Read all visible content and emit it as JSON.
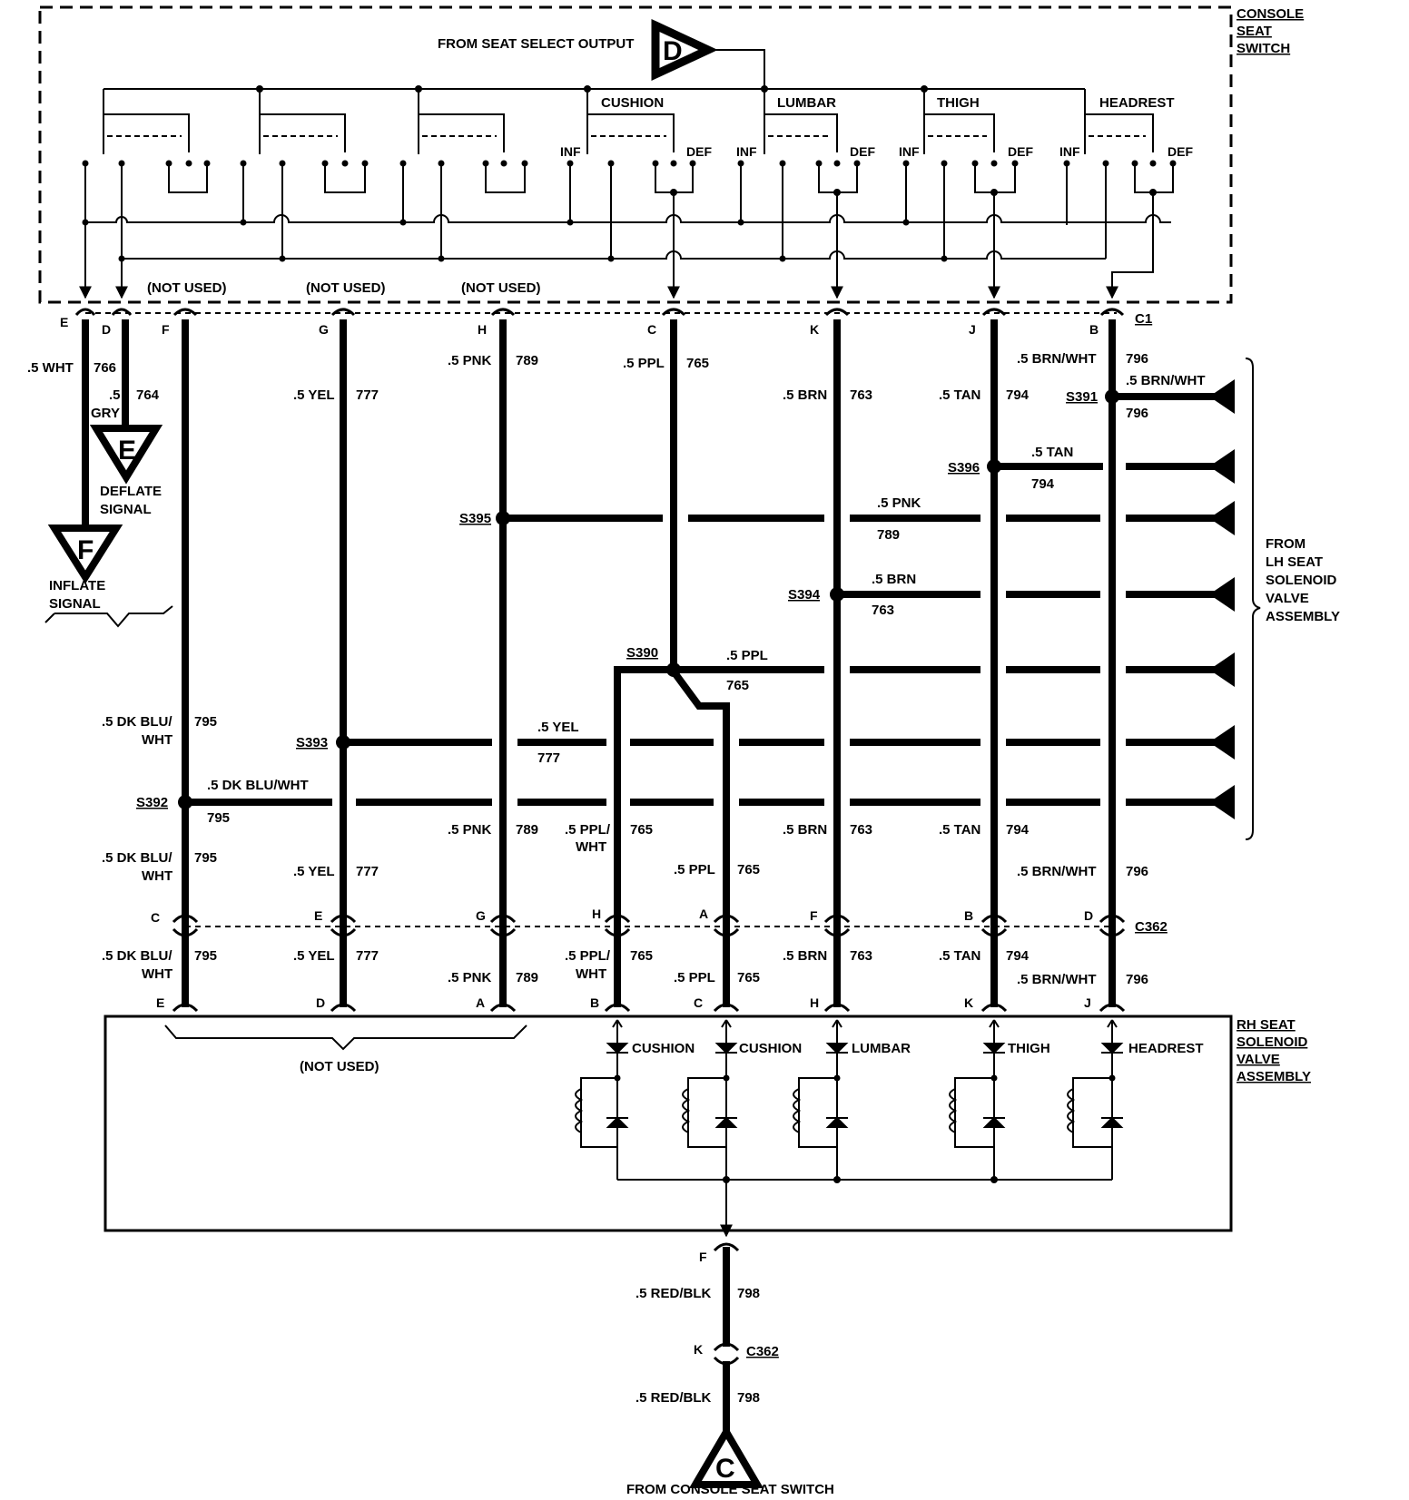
{
  "diagram": {
    "console_seat_switch": [
      "CONSOLE",
      "SEAT",
      "SWITCH"
    ],
    "from_seat_select_output": "FROM SEAT SELECT OUTPUT",
    "connector_d_letter": "D",
    "switch_groups": [
      "CUSHION",
      "LUMBAR",
      "THIGH",
      "HEADREST"
    ],
    "inf": "INF",
    "def": "DEF",
    "not_used": "(NOT USED)",
    "not_used_bottom": "(NOT USED)",
    "c1_label": "C1",
    "c362_label": "C362",
    "deflate_signal": [
      "DEFLATE",
      "SIGNAL"
    ],
    "inflate_signal": [
      "INFLATE",
      "SIGNAL"
    ],
    "deflate_letter": "E",
    "inflate_letter": "F",
    "from_lh_seat": [
      "FROM",
      "LH SEAT",
      "SOLENOID",
      "VALVE",
      "ASSEMBLY"
    ],
    "rh_seat_solenoid": [
      "RH SEAT",
      "SOLENOID",
      "VALVE",
      "ASSEMBLY"
    ],
    "rh_solenoids": [
      "CUSHION",
      "CUSHION",
      "LUMBAR",
      "THIGH",
      "HEADREST"
    ],
    "from_console_seat_switch": "FROM CONSOLE SEAT SWITCH",
    "bottom_connector_letter": "C",
    "c1_pins": [
      "E",
      "D",
      "F",
      "G",
      "H",
      "C",
      "K",
      "J",
      "B"
    ],
    "c362_top_pins": [
      "C",
      "E",
      "G",
      "H",
      "A",
      "F",
      "B",
      "D"
    ],
    "rh_pins": [
      "E",
      "D",
      "A",
      "B",
      "C",
      "H",
      "K",
      "J"
    ],
    "f_pin": "F",
    "k_pin": "K",
    "splices": [
      "S391",
      "S396",
      "S395",
      "S394",
      "S390",
      "S393",
      "S392"
    ],
    "wires": {
      "w766": [
        ".5 WHT",
        "766"
      ],
      "w764": [
        ".5",
        "764",
        "GRY"
      ],
      "w777": [
        ".5 YEL",
        "777"
      ],
      "w789": [
        ".5 PNK",
        "789"
      ],
      "w765": [
        ".5 PPL",
        "765"
      ],
      "w763": [
        ".5 BRN",
        "763"
      ],
      "w794": [
        ".5 TAN",
        "794"
      ],
      "w796": [
        ".5 BRN/WHT",
        "796"
      ],
      "w795a": [
        ".5 DK BLU/",
        "WHT",
        "795"
      ],
      "w795h": [
        ".5 DK BLU/WHT",
        "795"
      ],
      "w765b": [
        ".5 PPL/",
        "WHT",
        "765"
      ],
      "w798": [
        ".5 RED/BLK",
        "798"
      ]
    }
  }
}
